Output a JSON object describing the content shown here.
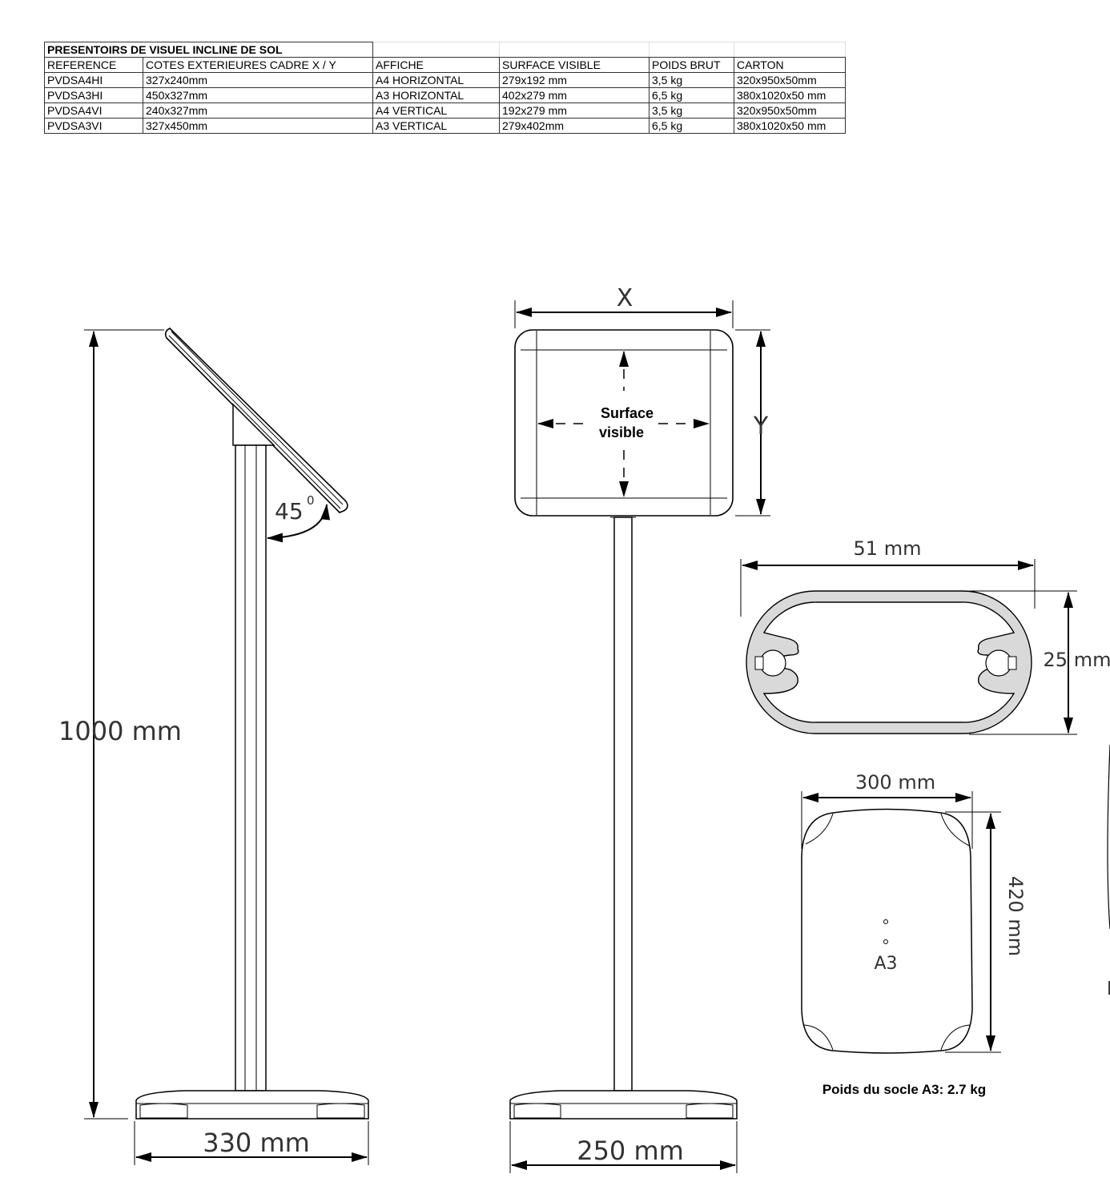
{
  "table": {
    "title": "PRESENTOIRS DE VISUEL INCLINE  DE SOL",
    "headers": [
      "REFERENCE",
      "COTES EXTERIEURES CADRE  X / Y",
      "AFFICHE",
      "SURFACE VISIBLE",
      "POIDS BRUT",
      "CARTON"
    ],
    "rows": [
      [
        "PVDSA4HI",
        "327x240mm",
        "A4 HORIZONTAL",
        "279x192 mm",
        "3,5 kg",
        "320x950x50mm"
      ],
      [
        "PVDSA3HI",
        "450x327mm",
        "A3 HORIZONTAL",
        "402x279 mm",
        "6,5 kg",
        "380x1020x50 mm"
      ],
      [
        "PVDSA4VI",
        "240x327mm",
        "A4 VERTICAL",
        "192x279 mm",
        "3,5 kg",
        "320x950x50mm"
      ],
      [
        "PVDSA3VI",
        "327x450mm",
        "A3 VERTICAL",
        "279x402mm",
        "6,5 kg",
        "380x1020x50 mm"
      ]
    ]
  },
  "side_view": {
    "height_label": "1000 mm",
    "angle_label": "45",
    "angle_unit": "0",
    "base_label": "330 mm"
  },
  "front_view": {
    "x_label": "X",
    "y_label": "Y",
    "surface_line1": "Surface",
    "surface_line2": "visible",
    "base_label": "250 mm"
  },
  "profile": {
    "width_label": "51 mm",
    "height_label": "25 mm"
  },
  "base_plate": {
    "width_label": "300 mm",
    "height_label": "420 mm",
    "format_label": "A3",
    "weight_caption": "Poids du socle A3: 2.7 kg"
  }
}
